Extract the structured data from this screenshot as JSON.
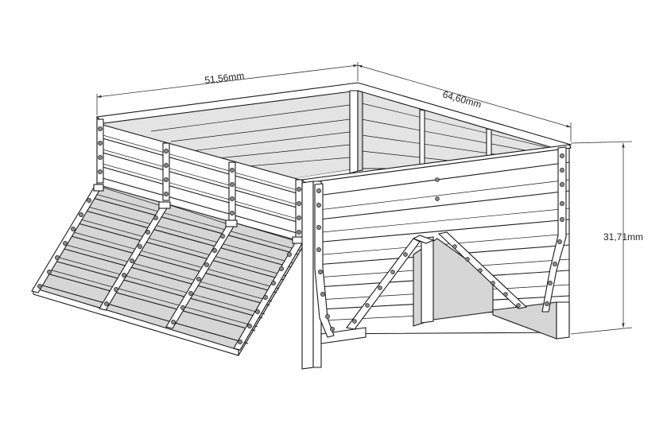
{
  "dimensions": {
    "width_label": "51,56mm",
    "depth_label": "64,60mm",
    "height_label": "31,71mm"
  }
}
